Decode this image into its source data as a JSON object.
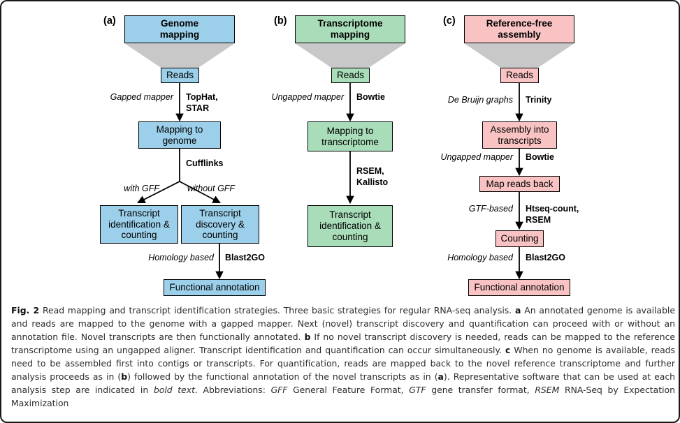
{
  "figure": {
    "label": "Fig. 2",
    "colors": {
      "blue": "#9CCFE9",
      "green": "#A9DDB9",
      "pink": "#F9C3C3",
      "funnel": "#C8C8C8",
      "stroke": "#000000"
    }
  },
  "panels": [
    {
      "letter": "(a)",
      "color": "blue",
      "title": "Genome\nmapping",
      "nodes": {
        "reads": "Reads",
        "mapping": "Mapping to\ngenome",
        "left_leaf": "Transcript\nidentification &\ncounting",
        "right_leaf": "Transcript\ndiscovery &\ncounting",
        "annotation": "Functional annotation"
      },
      "edges": {
        "reads_to_mapping_italic": "Gapped mapper",
        "reads_to_mapping_bold": "TopHat,\nSTAR",
        "mapping_split_bold": "Cufflinks",
        "split_left_italic": "with GFF",
        "split_right_italic": "without GFF",
        "leaf_to_annotation_italic": "Homology based",
        "leaf_to_annotation_bold": "Blast2GO"
      }
    },
    {
      "letter": "(b)",
      "color": "green",
      "title": "Transcriptome\nmapping",
      "nodes": {
        "reads": "Reads",
        "mapping": "Mapping to\ntranscriptome",
        "leaf": "Transcript\nidentification &\ncounting"
      },
      "edges": {
        "reads_to_mapping_italic": "Ungapped mapper",
        "reads_to_mapping_bold": "Bowtie",
        "mapping_to_leaf_bold": "RSEM,\nKallisto"
      }
    },
    {
      "letter": "(c)",
      "color": "pink",
      "title": "Reference-free\nassembly",
      "nodes": {
        "reads": "Reads",
        "assembly": "Assembly into\ntranscripts",
        "map_back": "Map reads back",
        "counting": "Counting",
        "annotation": "Functional annotation"
      },
      "edges": {
        "reads_to_assembly_italic": "De Bruijn graphs",
        "reads_to_assembly_bold": "Trinity",
        "assembly_to_mapback_italic": "Ungapped mapper",
        "assembly_to_mapback_bold": "Bowtie",
        "mapback_to_counting_italic": "GTF-based",
        "mapback_to_counting_bold": "Htseq-count,\nRSEM",
        "counting_to_annotation_italic": "Homology based",
        "counting_to_annotation_bold": "Blast2GO"
      }
    }
  ],
  "caption": {
    "fig_label": "Fig. 2",
    "title": "Read mapping and transcript identification strategies.",
    "body_1": "Three basic strategies for regular RNA-seq analysis.",
    "mark_a": "a",
    "body_a": "An annotated genome is available and reads are mapped to the genome with a gapped mapper. Next (novel) transcript discovery and quantification can proceed with or without an annotation file. Novel transcripts are then functionally annotated.",
    "mark_b": "b",
    "body_b": "If no novel transcript discovery is needed, reads can be mapped to the reference transcriptome using an ungapped aligner. Transcript identification and quantification can occur simultaneously.",
    "mark_c": "c",
    "body_c": "When no genome is available, reads need to be assembled first into contigs or transcripts. For quantification, reads are mapped back to the novel reference transcriptome and further analysis proceeds as in (",
    "body_c_ref_b": "b",
    "body_c_2": ") followed by the functional annotation of the novel transcripts as in (",
    "body_c_ref_a": "a",
    "body_c_3": "). Representative software that can be used at each analysis step are indicated in ",
    "bold_text_italic": "bold text",
    "abbrev_intro": ". Abbreviations: ",
    "abbrev_gff_term": "GFF",
    "abbrev_gff_def": " General Feature Format, ",
    "abbrev_gtf_term": "GTF",
    "abbrev_gtf_def": " gene transfer format, ",
    "abbrev_rsem_term": "RSEM",
    "abbrev_rsem_def": " RNA-Seq by Expectation Maximization"
  }
}
